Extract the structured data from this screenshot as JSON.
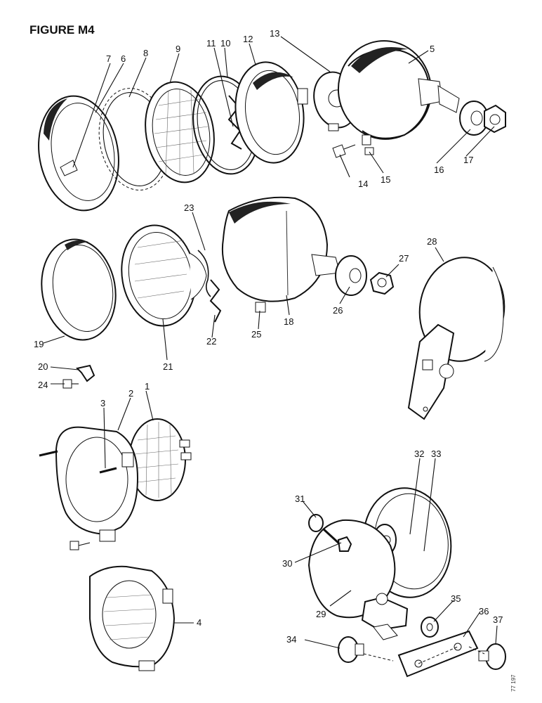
{
  "figure": {
    "title": "FIGURE M4",
    "code": "77 197"
  },
  "callouts": [
    "1",
    "2",
    "3",
    "4",
    "5",
    "6",
    "7",
    "8",
    "9",
    "10",
    "11",
    "12",
    "13",
    "14",
    "15",
    "16",
    "17",
    "18",
    "19",
    "20",
    "21",
    "22",
    "23",
    "24",
    "25",
    "26",
    "27",
    "28",
    "29",
    "30",
    "31",
    "32",
    "33",
    "34",
    "35",
    "36",
    "37"
  ]
}
